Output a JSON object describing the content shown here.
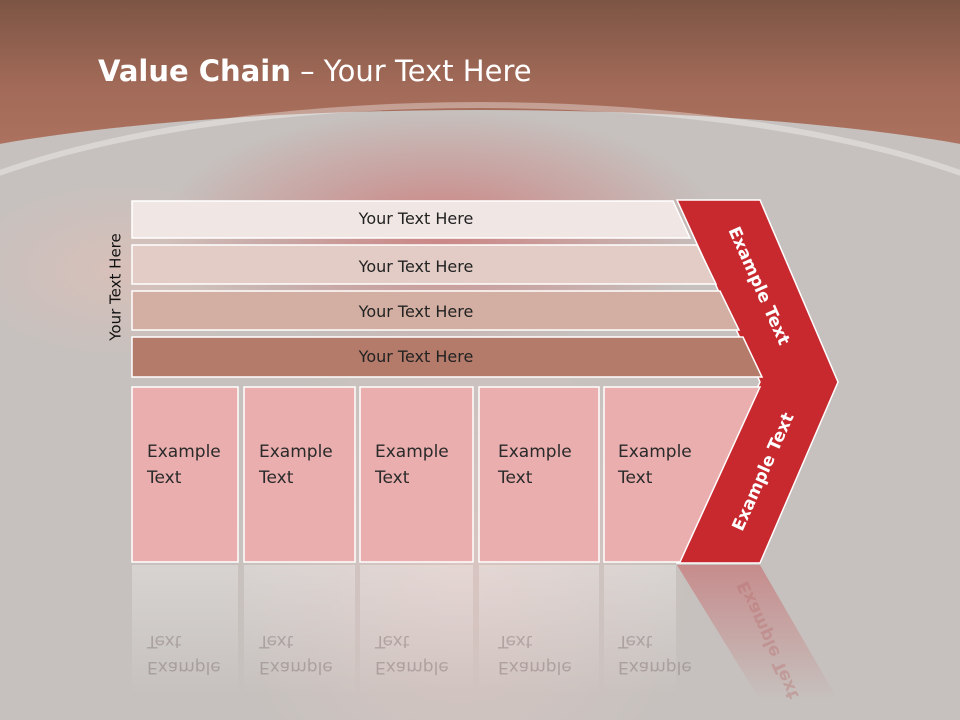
{
  "slide": {
    "title_bold": "Value Chain",
    "title_rest": " – Your Text Here",
    "vertical_label": "Your Text Here",
    "support_activities": [
      "Your Text Here",
      "Your Text Here",
      "Your Text Here",
      "Your Text Here"
    ],
    "primary_activities": [
      {
        "line1": "Example",
        "line2": "Text"
      },
      {
        "line1": "Example",
        "line2": "Text"
      },
      {
        "line1": "Example",
        "line2": "Text"
      },
      {
        "line1": "Example",
        "line2": "Text"
      },
      {
        "line1": "Example",
        "line2": "Text"
      }
    ],
    "margin_upper": "Example Text",
    "margin_lower": "Example Text"
  },
  "colors": {
    "header": "#a26a58",
    "band_1": "#f0e6e3",
    "band_2": "#e2ccc5",
    "band_3": "#d2afa2",
    "band_4": "#b47b6a",
    "activity_box": "#eaaeae",
    "margin_arrow": "#c8292f"
  }
}
